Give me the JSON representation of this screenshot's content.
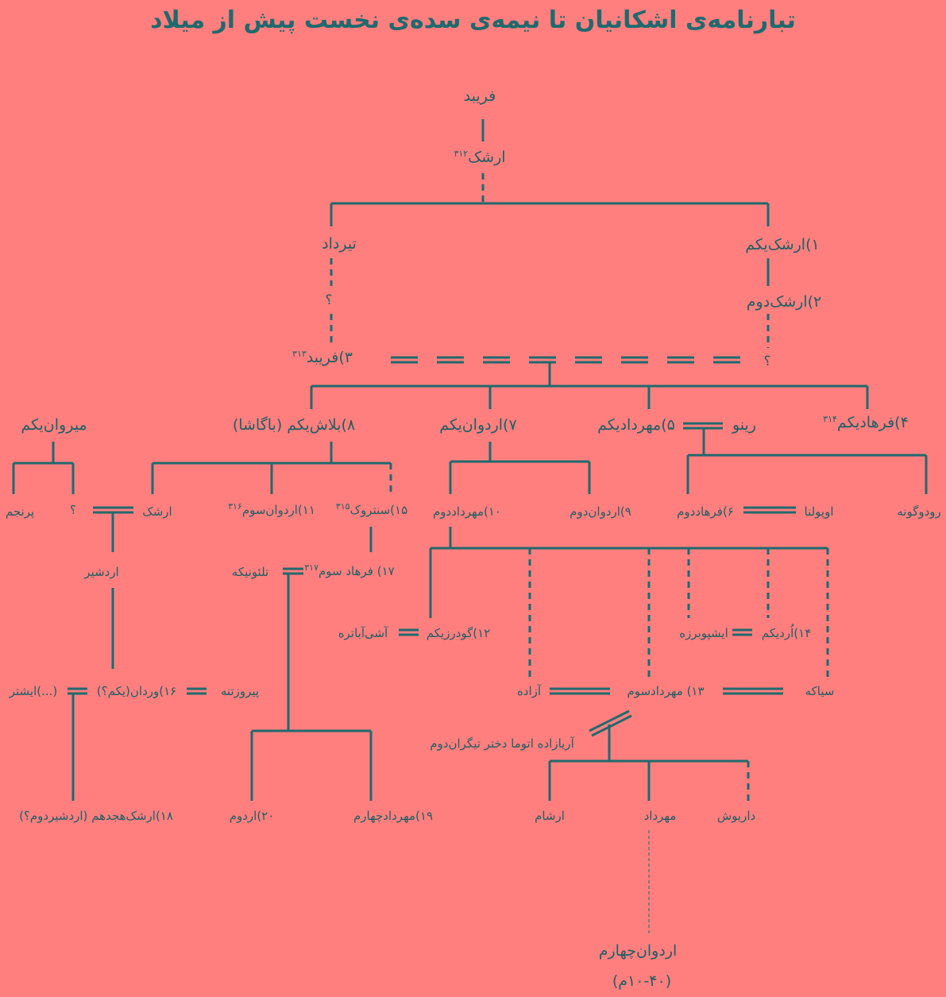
{
  "title": "تبارنامه‌ی اشکانیان تا نیمه‌ی سده‌ی نخست پیش از میلاد",
  "people": {
    "faribad": "فریبد",
    "arsak": "ارشک",
    "arsak_ref": "۳۱۲",
    "tirdad": "تیرداد",
    "arsak1": "۱)ارشک‌یکم",
    "q1": "؟",
    "arsak2": "۲)ارشک‌دوم",
    "faribad3": "۳)فریبد",
    "faribad3_ref": "۳۱۳",
    "q2": "؟",
    "meyrvan1": "میروان‌یکم",
    "balash1": "۸)بلاش‌یکم (باگاشا)",
    "ardavan1": "۷)اردوان‌یکم",
    "mehrdad1": "۵)مهردادیکم",
    "rino": "رینو",
    "farhad1": "۴)فرهادیکم",
    "farhad1_ref": "۳۱۴",
    "parnajm": "پرنجم",
    "q3": "؟",
    "arshk_b": "ارشک",
    "ardavan3": "۱۱)اردوان‌سوم",
    "ardavan3_ref": "۳۱۶",
    "sanatruk": "۱۵)سنتروک",
    "sanatruk_ref": "۳۱۵",
    "mehrdad2": "۱۰)مهرداددوم",
    "ardavan2": "۹)اردوان‌دوم",
    "farhad2": "۶)فرهاددوم",
    "opolna": "اوپولنا",
    "rodogune": "رودوگونه",
    "ardashir": "اردشیر",
    "farhad3": "۱۷) فرهاد سوم",
    "farhad3_ref": "۳۱۷",
    "telonike": "تلئونیکه",
    "ashi": "آشی‌آباتره",
    "godarz1": "۱۲)گودرزیکم",
    "ishpobarze": "ایشپوبرزه",
    "ordikam": "۱۴)اُردیکم",
    "azade": "آزاده",
    "mehrdad3": "۱۳) مهردادسوم",
    "siyake": "سیاکه",
    "ishtar": "(...)ایشتر",
    "vardan": "۱۶)وردان(یکم؟)",
    "pirozatne": "پیروزتنه",
    "ariyazade": "آریازاده اتوما دختر تیگران‌دوم",
    "arsak18": "۱۸)ارشک‌هجدهم (اردشیردوم؟)",
    "orod2": "۲۰)اردوم",
    "mehrdad4": "۱۹)مهردادچهارم",
    "arsham": "ارشام",
    "mehrdad_s": "مهرداد",
    "dariush": "داریوش",
    "ardavan4": "اردوان‌چهارم",
    "ardavan4_years": "(۱۰-۴۰م)"
  }
}
